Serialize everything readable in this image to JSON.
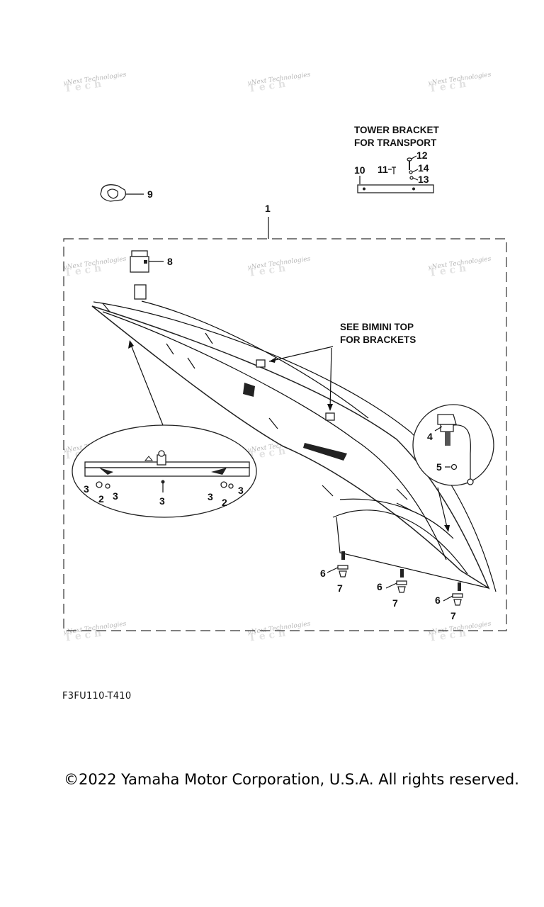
{
  "watermark_text": "vNext Technologies",
  "diagram": {
    "headings": {
      "tower_bracket_line1": "TOWER BRACKET",
      "tower_bracket_line2": "FOR TRANSPORT",
      "bimini_line1": "SEE BIMINI TOP",
      "bimini_line2": "FOR BRACKETS"
    },
    "callouts": {
      "c1": "1",
      "c2a": "2",
      "c2b": "2",
      "c3a": "3",
      "c3b": "3",
      "c3c": "3",
      "c3d": "3",
      "c3e": "3",
      "c4": "4",
      "c5": "5",
      "c6a": "6",
      "c6b": "6",
      "c6c": "6",
      "c7a": "7",
      "c7b": "7",
      "c7c": "7",
      "c8": "8",
      "c9": "9",
      "c10": "10",
      "c11": "11",
      "c12": "12",
      "c13": "13",
      "c14": "14"
    }
  },
  "figure_code": "F3FU110-T410",
  "copyright": "©2022 Yamaha Motor Corporation, U.S.A. All rights reserved."
}
